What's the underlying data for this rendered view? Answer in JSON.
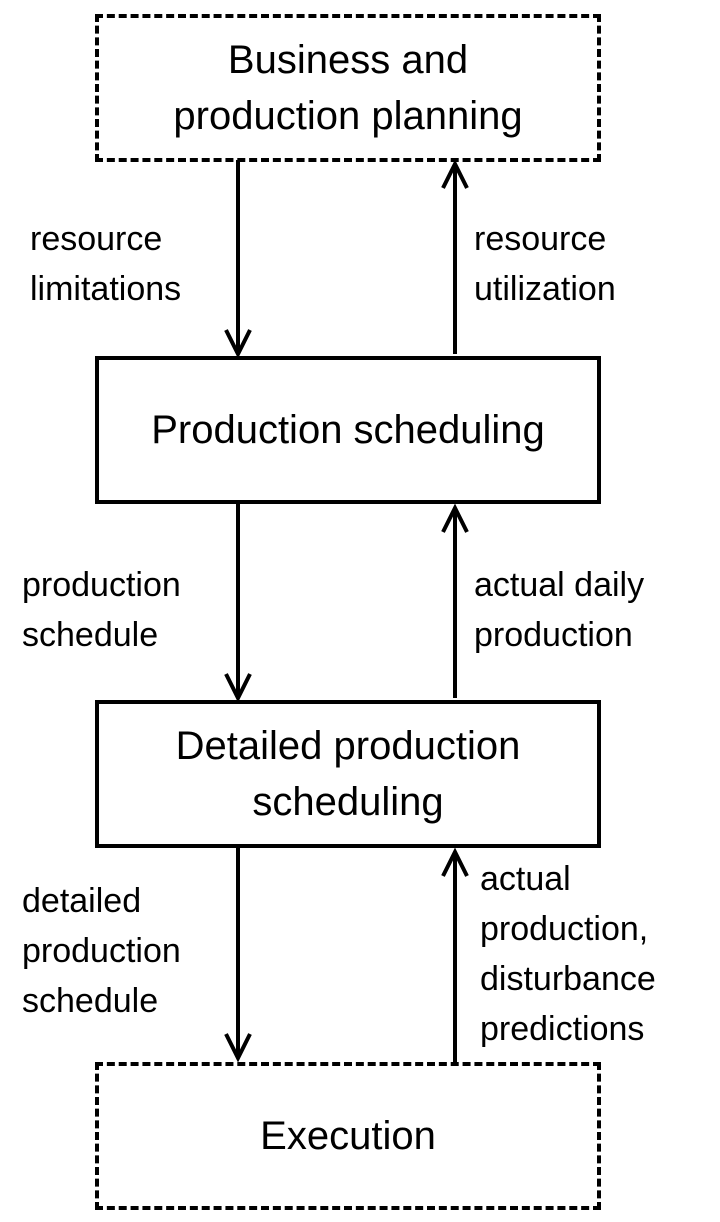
{
  "nodes": {
    "planning": "Business and\nproduction planning",
    "scheduling": "Production scheduling",
    "detailed": "Detailed production\nscheduling",
    "execution": "Execution"
  },
  "flows": {
    "resource_limitations": "resource\nlimitations",
    "resource_utilization": "resource\nutilization",
    "production_schedule": "production\nschedule",
    "actual_daily_production": "actual daily\nproduction",
    "detailed_production_schedule": "detailed\nproduction\nschedule",
    "actual_production_disturbance": "actual\nproduction,\ndisturbance\npredictions"
  }
}
